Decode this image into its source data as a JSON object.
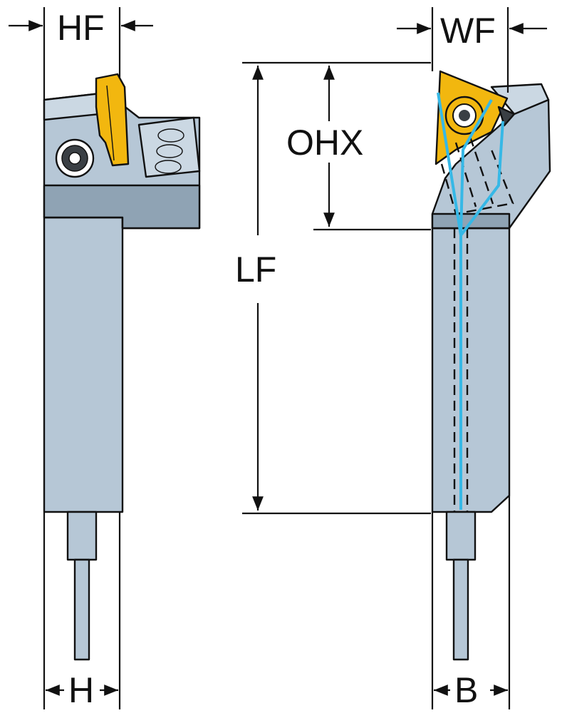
{
  "dimensions": {
    "hf": "HF",
    "wf": "WF",
    "ohx": "OHX",
    "lf": "LF",
    "h": "H",
    "b": "B"
  },
  "colors": {
    "body": "#b6c7d6",
    "insert": "#f2b70f",
    "coolant": "#36b8e6",
    "line": "#111111"
  }
}
